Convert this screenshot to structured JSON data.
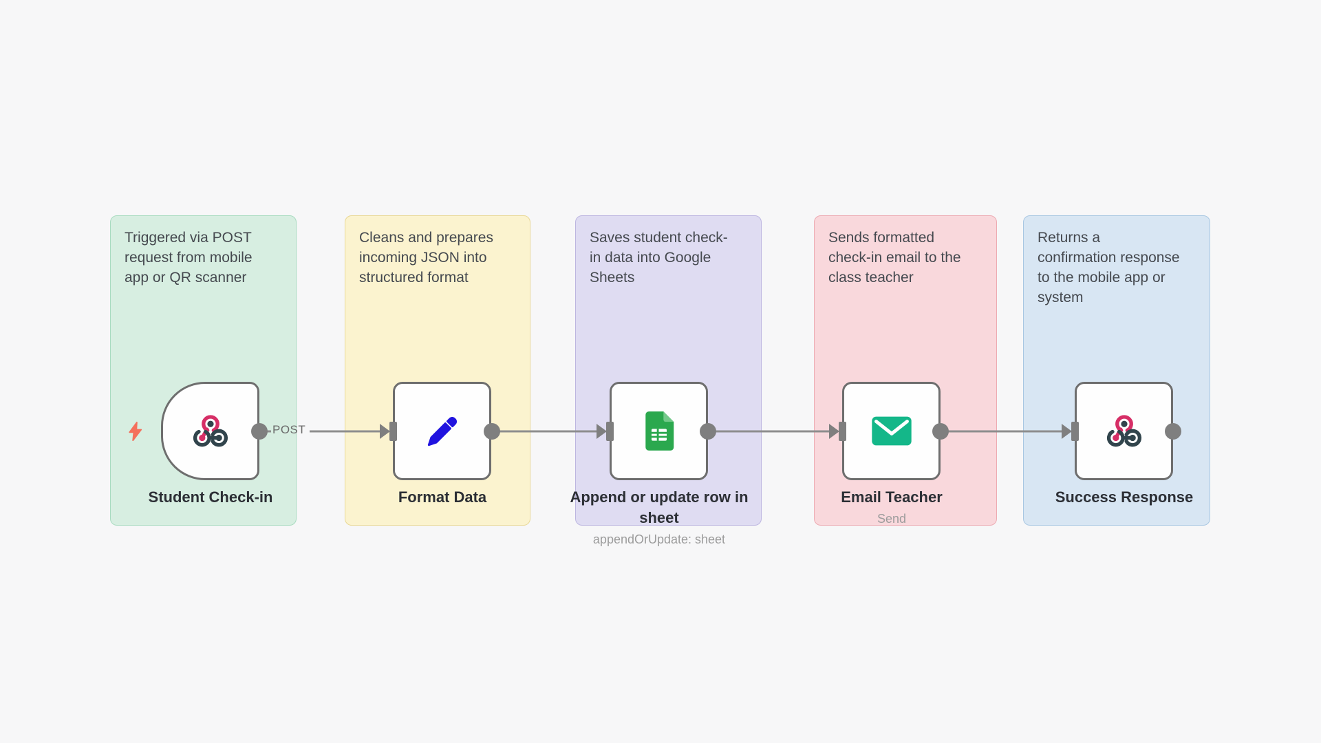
{
  "canvas": {
    "background": "#f7f7f8",
    "type": "workflow-editor-canvas"
  },
  "colors": {
    "connector_gray": "#8d8d8d",
    "endpoint_gray": "#7f7f7f",
    "node_border": "#6e6e6e",
    "webhook_pink": "#d62e66",
    "webhook_dark": "#31444c",
    "pencil_blue": "#2013df",
    "sheets_green": "#2ba84e",
    "email_green": "#14b789",
    "trigger_bolt_orange": "#f4705c"
  },
  "panels": [
    {
      "description": "Triggered via POST request from mobile app or QR scanner",
      "fill": "#d7eee1",
      "border": "#a8dbc0",
      "node": {
        "label": "Student Check-in",
        "sublabel": "",
        "icon": "webhook-icon",
        "shape": "trigger"
      }
    },
    {
      "description": "Cleans and prepares incoming JSON into structured format",
      "fill": "#fbf3cf",
      "border": "#e9d895",
      "node": {
        "label": "Format Data",
        "sublabel": "",
        "icon": "pencil-icon",
        "shape": "default"
      }
    },
    {
      "description": "Saves student check-in data into Google Sheets",
      "fill": "#dfdcf2",
      "border": "#bcb5e0",
      "node": {
        "label": "Append or update row in sheet",
        "sublabel": "appendOrUpdate: sheet",
        "icon": "google-sheets-icon",
        "shape": "default"
      }
    },
    {
      "description": "Sends formatted check-in email to the class teacher",
      "fill": "#f9d8dc",
      "border": "#edaab2",
      "node": {
        "label": "Email Teacher",
        "sublabel": "Send",
        "icon": "email-icon",
        "shape": "default"
      }
    },
    {
      "description": "Returns a confirmation response to the mobile app or system",
      "fill": "#d8e6f3",
      "border": "#a8c7e2",
      "node": {
        "label": "Success Response",
        "sublabel": "",
        "icon": "webhook-icon",
        "shape": "default"
      }
    }
  ],
  "connections": [
    {
      "from": "Student Check-in",
      "to": "Format Data",
      "label": "POST"
    },
    {
      "from": "Format Data",
      "to": "Append or update row in sheet",
      "label": ""
    },
    {
      "from": "Append or update row in sheet",
      "to": "Email Teacher",
      "label": ""
    },
    {
      "from": "Email Teacher",
      "to": "Success Response",
      "label": ""
    }
  ]
}
